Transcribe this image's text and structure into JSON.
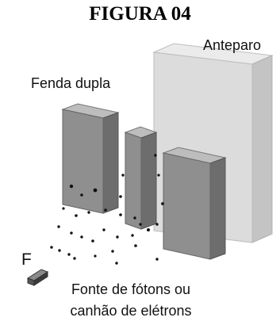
{
  "figure": {
    "title": "FIGURA 04",
    "labels": {
      "screen": "Anteparo",
      "slits": "Fenda dupla",
      "source_letter": "F",
      "source_line1": "Fonte de fótons ou",
      "source_line2": "canhão de elétrons"
    }
  },
  "colors": {
    "screen_front": "#dcdcdc",
    "screen_side": "#c4c4c4",
    "screen_top": "#ebebeb",
    "barrier_front": "#8f8f8f",
    "barrier_side": "#6d6d6d",
    "barrier_top": "#bdbdbd",
    "source_block": "#555555",
    "particles": "#111111"
  }
}
